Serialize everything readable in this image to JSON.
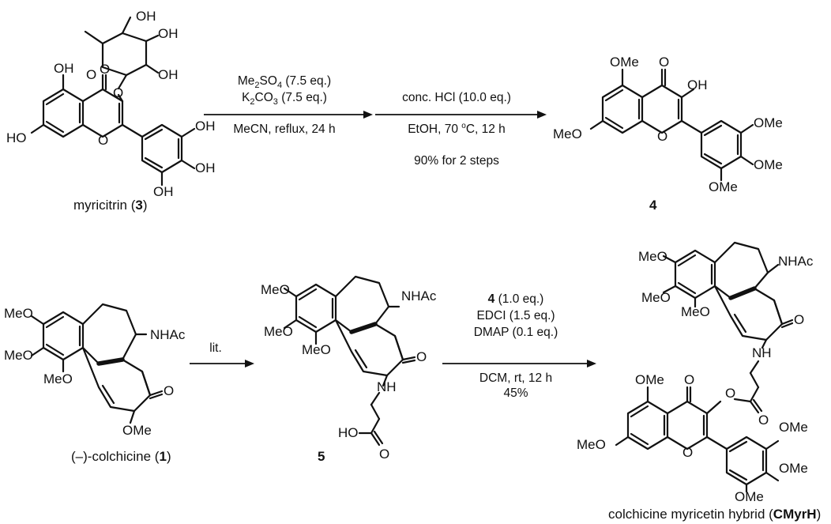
{
  "row1": {
    "myricitrin": {
      "substituents": {
        "oh_sugar_top": "OH",
        "oh_sugar_right": "OH",
        "oh_sugar_bottom": "OH",
        "oh5": "OH",
        "oh7": "HO",
        "oh3p": "OH",
        "oh4p": "OH",
        "oh5p": "OH",
        "carbonyl_o": "O",
        "ring_o": "O",
        "glyco_o": "O",
        "sugar_o": "O"
      },
      "name_text": "myricitrin (",
      "name_number": "3",
      "name_close": ")"
    },
    "step1": {
      "line1_pre": "Me",
      "line1_sub": "2",
      "line1_mid": "SO",
      "line1_sub2": "4",
      "line1_post": " (7.5 eq.)",
      "line2_pre": "K",
      "line2_sub": "2",
      "line2_mid": "CO",
      "line2_sub2": "3",
      "line2_post": " (7.5 eq.)",
      "below": "MeCN, reflux, 24 h"
    },
    "step2": {
      "above": "conc. HCl (10.0 eq.)",
      "below_pre": "EtOH, 70 ",
      "below_sup": "o",
      "below_post": "C, 12 h",
      "yield": "90% for 2 steps"
    },
    "compound4": {
      "substituents": {
        "ome5": "OMe",
        "carbonyl_o": "O",
        "oh3": "OH",
        "ome7": "MeO",
        "ring_o": "O",
        "ome3p": "OMe",
        "ome4p": "OMe",
        "ome5p": "OMe"
      },
      "number": "4"
    }
  },
  "row2": {
    "colchicine": {
      "substituents": {
        "ome1": "MeO",
        "ome2": "MeO",
        "ome3": "MeO",
        "nhac": "NHAc",
        "carbonyl_o": "O",
        "ome10": "OMe"
      },
      "name_text": "(–)-colchicine (",
      "name_number": "1",
      "name_close": ")"
    },
    "step3": {
      "above": "lit."
    },
    "compound5": {
      "substituents": {
        "ome1": "MeO",
        "ome2": "MeO",
        "ome3": "MeO",
        "nhac": "NHAc",
        "carbonyl_o": "O",
        "nh": "NH",
        "acid_ho": "HO",
        "acid_o": "O"
      },
      "number": "5"
    },
    "step4": {
      "line1_bold": "4",
      "line1_post": " (1.0 eq.)",
      "line2": "EDCI (1.5 eq.)",
      "line3": "DMAP (0.1 eq.)",
      "below1": "DCM, rt, 12 h",
      "below2": "45%"
    },
    "hybrid": {
      "substituents": {
        "ome1": "MeO",
        "ome2": "MeO",
        "ome3": "MeO",
        "nhac": "NHAc",
        "carbonyl_o": "O",
        "nh": "NH",
        "ester_o": "O",
        "ester_co": "O",
        "fl_ome5": "OMe",
        "fl_co": "O",
        "fl_ome7": "MeO",
        "fl_ring_o": "O",
        "fl_ome3p": "OMe",
        "fl_ome4p": "OMe",
        "fl_ome5p": "OMe"
      },
      "name_text": "colchicine myricetin hybrid (",
      "name_bold": "CMyrH",
      "name_close": ")"
    }
  }
}
